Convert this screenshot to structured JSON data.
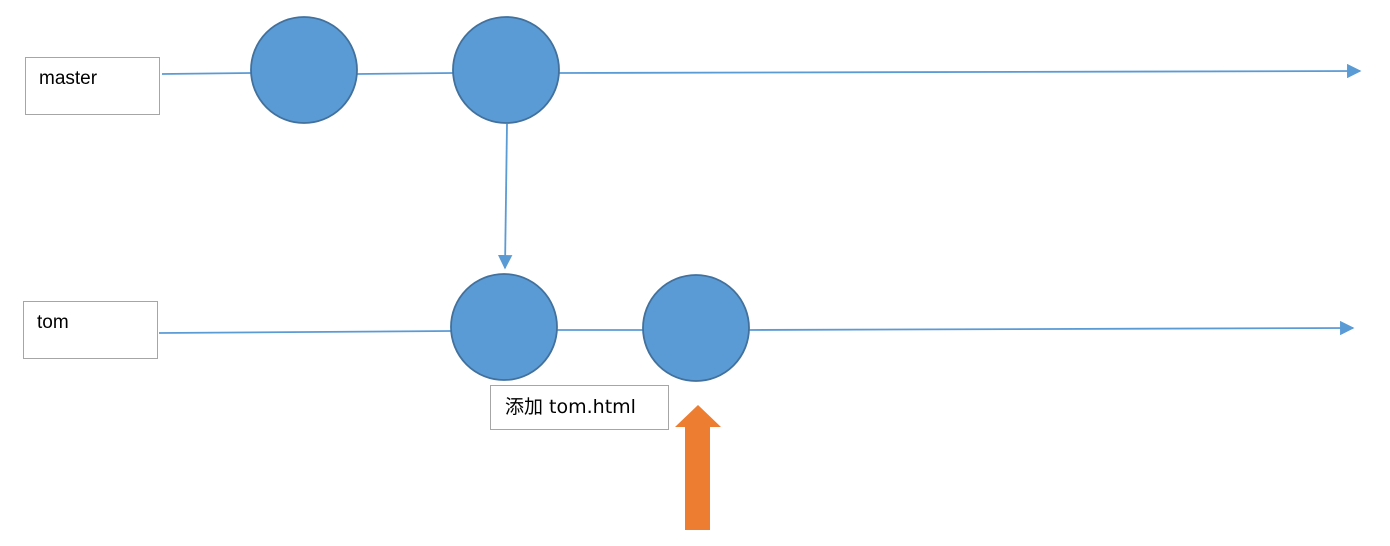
{
  "branches": {
    "master_label": "master",
    "tom_label": "tom"
  },
  "annotations": {
    "commit_label": "添加 tom.html"
  },
  "icons": {
    "commit_node": "circle",
    "pointer": "up-arrow"
  },
  "colors": {
    "node_fill": "#5b9bd5",
    "node_stroke": "#41719c",
    "line": "#5b9bd5",
    "pointer_arrow": "#ed7d31",
    "box_border": "#a6a6a6"
  }
}
